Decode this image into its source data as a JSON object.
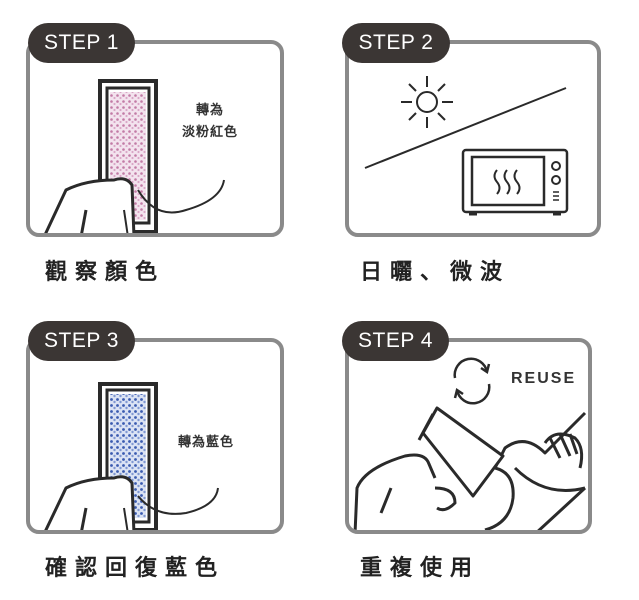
{
  "steps": [
    {
      "badge": "STEP 1",
      "caption": "觀察顏色",
      "annotation_line1": "轉為",
      "annotation_line2": "淡粉紅色",
      "strip_color": "#c27aa5"
    },
    {
      "badge": "STEP 2",
      "caption": "日曬、微波"
    },
    {
      "badge": "STEP 3",
      "caption": "確認回復藍色",
      "annotation_line1": "轉為藍色",
      "strip_color": "#3a5bb0"
    },
    {
      "badge": "STEP 4",
      "caption": "重複使用",
      "reuse_label": "REUSE"
    }
  ],
  "colors": {
    "border": "#8a8a8a",
    "badge_bg": "#3b3634",
    "ink": "#222222"
  },
  "icons": [
    "card-in-hand-icon",
    "sun-icon",
    "microwave-icon",
    "recycle-arrows-icon",
    "person-holding-card-icon"
  ]
}
